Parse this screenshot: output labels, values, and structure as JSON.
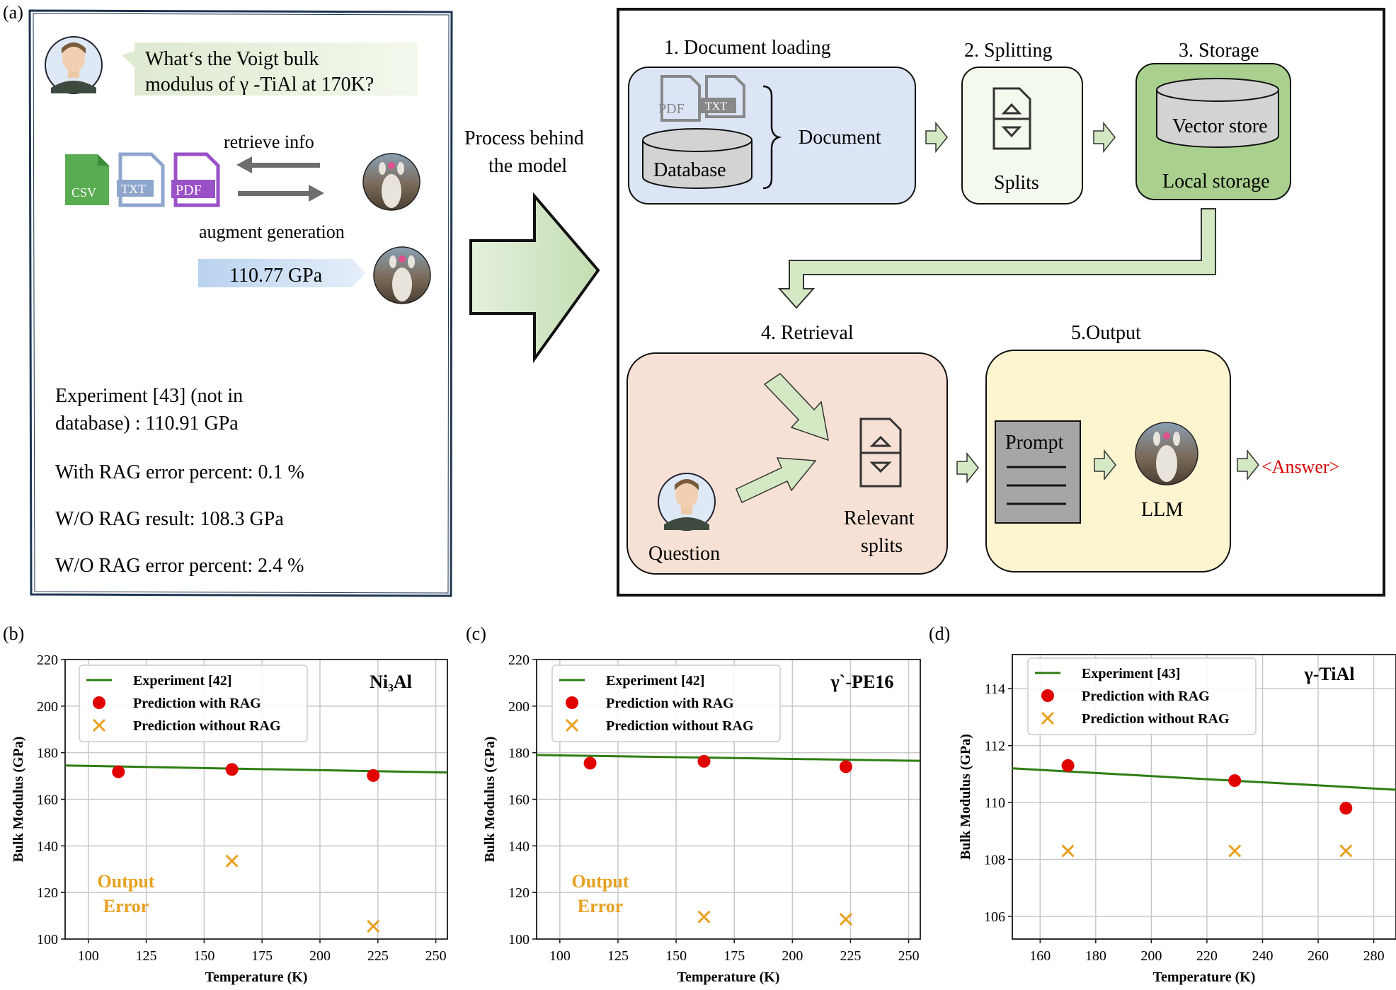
{
  "panel_labels": {
    "a": "(a)",
    "b": "(b)",
    "c": "(c)",
    "d": "(d)"
  },
  "chat": {
    "question_line1": "What‘s the Voigt bulk",
    "question_line2": "modulus of γ -TiAl at 170K?",
    "retrieve_label": "retrieve info",
    "augment_label": "augment generation",
    "answer": "110.77 GPa",
    "file_types": [
      "CSV",
      "TXT",
      "PDF"
    ],
    "result_line1": "Experiment [43] (not in",
    "result_line2": "database) : 110.91 GPa",
    "with_rag_error": "With RAG error percent: 0.1 %",
    "wo_rag_result": "W/O RAG result: 108.3 GPa",
    "wo_rag_error": "W/O RAG error percent: 2.4 %"
  },
  "process_label_line1": "Process behind",
  "process_label_line2": "the model",
  "pipeline": {
    "step1_title": "1. Document loading",
    "step2_title": "2. Splitting",
    "step3_title": "3. Storage",
    "step4_title": "4. Retrieval",
    "step5_title": "5.Output",
    "pdf_label": "PDF",
    "txt_label": "TXT",
    "database_label": "Database",
    "document_label": "Document",
    "splits_label": "Splits",
    "vector_store_label": "Vector store",
    "local_storage_label": "Local storage",
    "question_label": "Question",
    "relevant_line1": "Relevant",
    "relevant_line2": "splits",
    "prompt_label": "Prompt",
    "llm_label": "LLM",
    "answer_label": "<Answer>",
    "colors": {
      "loading_fill": "#dbe5f6",
      "splitting_fill": "#f3f9ec",
      "storage_fill": "#a9d08e",
      "retrieval_fill": "#f6e1d4",
      "output_fill": "#fcf5cf",
      "arrow_fill": "#d4e8c4",
      "answer_color": "#d40000"
    }
  },
  "chart_data": [
    {
      "type": "scatter",
      "title": "Ni₃Al",
      "xlabel": "Temperature (K)",
      "ylabel": "Bulk Modulus (GPa)",
      "xlim": [
        90,
        255
      ],
      "ylim": [
        100,
        220
      ],
      "xticks": [
        100,
        125,
        150,
        175,
        200,
        225,
        250
      ],
      "yticks": [
        100,
        120,
        140,
        160,
        180,
        200,
        220
      ],
      "grid": true,
      "legend": "top-left",
      "series": [
        {
          "name": "Experiment [42]",
          "kind": "line",
          "color": "#2e7d13",
          "x": [
            90,
            255
          ],
          "y": [
            174.5,
            171.5
          ]
        },
        {
          "name": "Prediction with RAG",
          "kind": "circle",
          "color": "#e00000",
          "x": [
            113,
            162,
            223
          ],
          "y": [
            171.8,
            172.8,
            170.2
          ]
        },
        {
          "name": "Prediction without RAG",
          "kind": "cross",
          "color": "#e8a020",
          "x": [
            162,
            223
          ],
          "y": [
            133.5,
            105.5
          ]
        }
      ],
      "annotation_line1": "Output",
      "annotation_line2": "Error"
    },
    {
      "type": "scatter",
      "title": "γ`-PE16",
      "xlabel": "Temperature (K)",
      "ylabel": "Bulk Modulus (GPa)",
      "xlim": [
        90,
        255
      ],
      "ylim": [
        100,
        220
      ],
      "xticks": [
        100,
        125,
        150,
        175,
        200,
        225,
        250
      ],
      "yticks": [
        100,
        120,
        140,
        160,
        180,
        200,
        220
      ],
      "grid": true,
      "legend": "top-left",
      "series": [
        {
          "name": "Experiment [42]",
          "kind": "line",
          "color": "#2e7d13",
          "x": [
            90,
            255
          ],
          "y": [
            179,
            176.5
          ]
        },
        {
          "name": "Prediction with RAG",
          "kind": "circle",
          "color": "#e00000",
          "x": [
            113,
            162,
            223
          ],
          "y": [
            175.5,
            176.3,
            174
          ]
        },
        {
          "name": "Prediction without RAG",
          "kind": "cross",
          "color": "#e8a020",
          "x": [
            162,
            223
          ],
          "y": [
            109.5,
            108.5
          ]
        }
      ],
      "annotation_line1": "Output",
      "annotation_line2": "Error"
    },
    {
      "type": "scatter",
      "title": "γ-TiAl",
      "xlabel": "Temperature (K)",
      "ylabel": "Bulk Modulus (GPa)",
      "xlim": [
        150,
        288
      ],
      "ylim": [
        105.2,
        115.2
      ],
      "xticks": [
        160,
        180,
        200,
        220,
        240,
        260,
        280
      ],
      "yticks": [
        106,
        108,
        110,
        112,
        114
      ],
      "grid": true,
      "legend": "top-left",
      "series": [
        {
          "name": "Experiment [43]",
          "kind": "line",
          "color": "#2e7d13",
          "x": [
            150,
            288
          ],
          "y": [
            111.2,
            110.45
          ]
        },
        {
          "name": "Prediction with RAG",
          "kind": "circle",
          "color": "#e00000",
          "x": [
            170,
            230,
            270
          ],
          "y": [
            111.3,
            110.77,
            109.8
          ]
        },
        {
          "name": "Prediction without RAG",
          "kind": "cross",
          "color": "#e8a020",
          "x": [
            170,
            230,
            270
          ],
          "y": [
            108.3,
            108.3,
            108.3
          ]
        }
      ]
    }
  ]
}
